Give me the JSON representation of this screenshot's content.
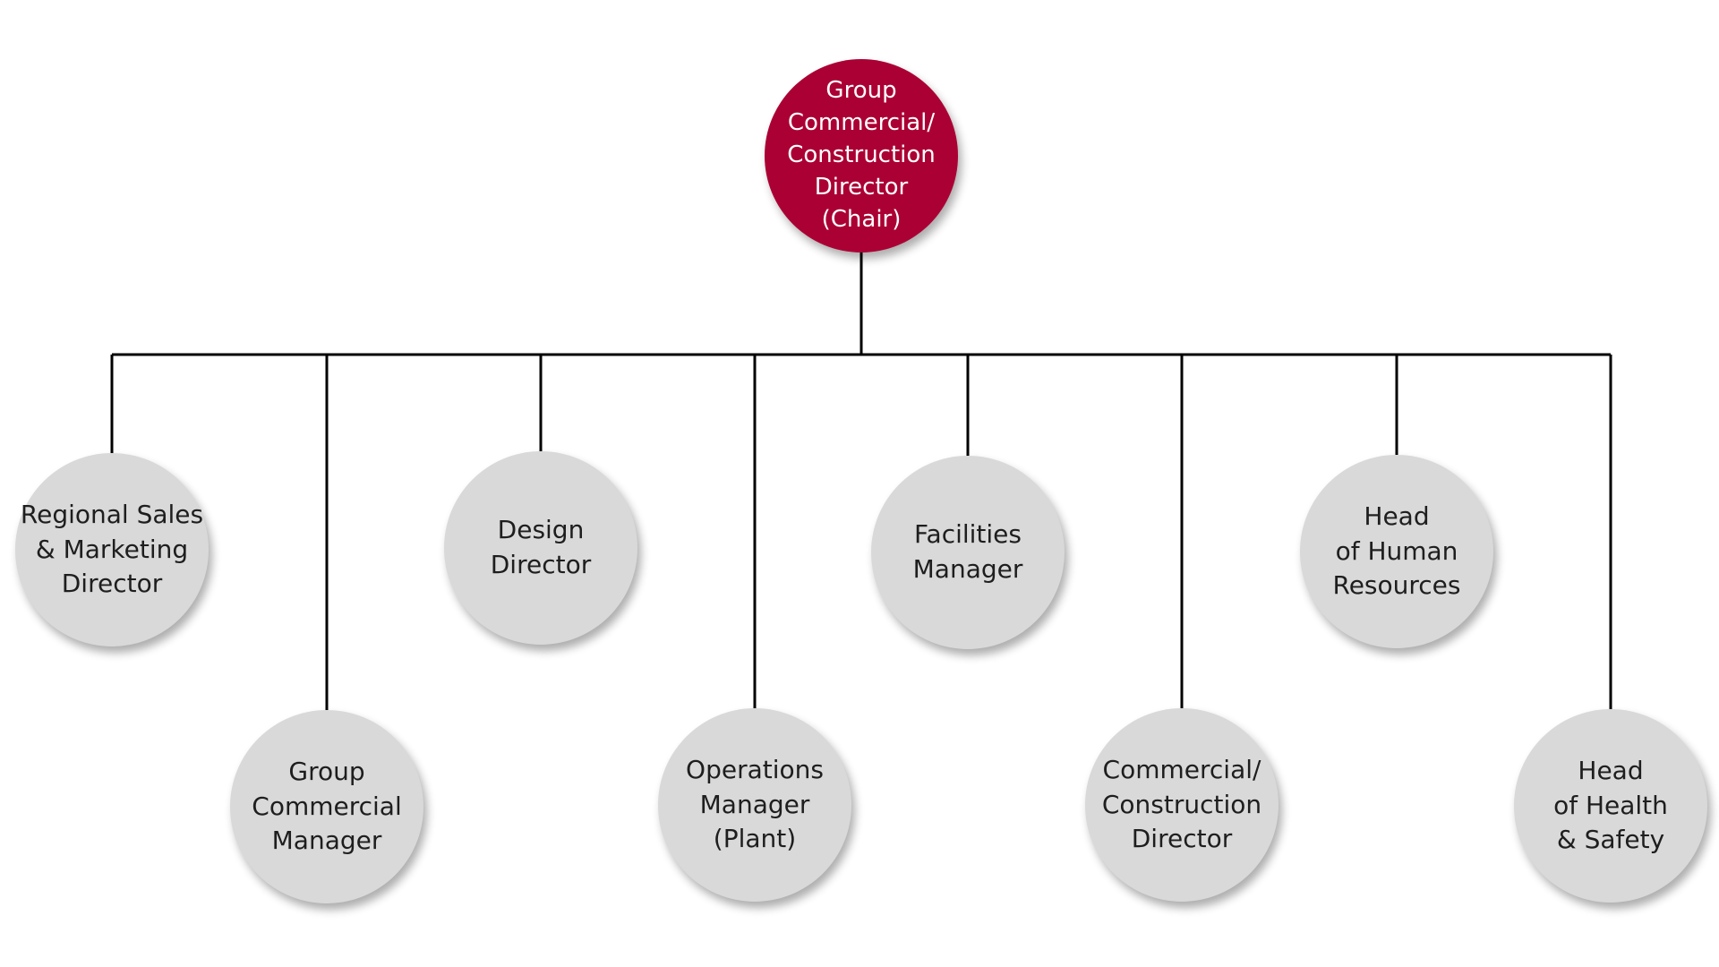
{
  "colors": {
    "root_fill": "#ab0033",
    "child_fill": "#d9d9d9",
    "connector": "#000000"
  },
  "root": {
    "lines": [
      "Group",
      "Commercial/",
      "Construction",
      "Director",
      "(Chair)"
    ]
  },
  "children": [
    {
      "id": "regional-sales-marketing-director",
      "lines": [
        "Regional Sales",
        "& Marketing",
        "Director"
      ]
    },
    {
      "id": "group-commercial-manager",
      "lines": [
        "Group",
        "Commercial",
        "Manager"
      ]
    },
    {
      "id": "design-director",
      "lines": [
        "Design",
        "Director"
      ]
    },
    {
      "id": "operations-manager-plant",
      "lines": [
        "Operations",
        "Manager",
        "(Plant)"
      ]
    },
    {
      "id": "facilities-manager",
      "lines": [
        "Facilities",
        "Manager"
      ]
    },
    {
      "id": "commercial-construction-director",
      "lines": [
        "Commercial/",
        "Construction",
        "Director"
      ]
    },
    {
      "id": "head-of-human-resources",
      "lines": [
        "Head",
        "of Human",
        "Resources"
      ]
    },
    {
      "id": "head-of-health-safety",
      "lines": [
        "Head",
        "of Health",
        "& Safety"
      ]
    }
  ]
}
